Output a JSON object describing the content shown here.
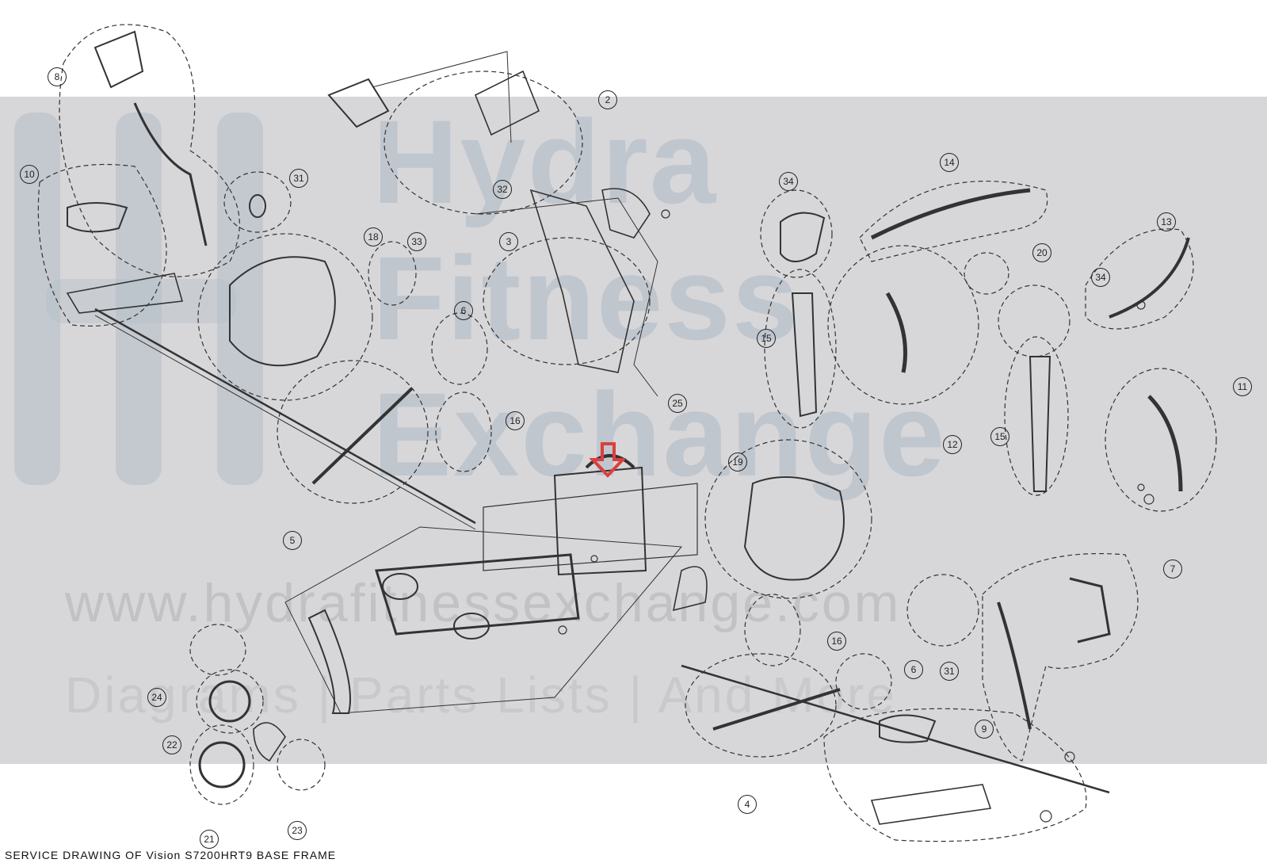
{
  "watermark": {
    "brand_words": [
      "Hydra",
      "Fitness",
      "Exchange"
    ],
    "url": "www.hydrafitnessexchange.com",
    "tagline": "Diagrams | Parts Lists | And More",
    "band_color": "#d7d7d9",
    "logo_color": "#aeb9c6"
  },
  "caption": "SERVICE  DRAWING  OF  Vision  S7200HRT9  BASE  FRAME",
  "highlight_color": "#d94040",
  "callouts": [
    {
      "id": "8",
      "label": "8"
    },
    {
      "id": "2",
      "label": "2"
    },
    {
      "id": "10",
      "label": "10"
    },
    {
      "id": "31a",
      "label": "31"
    },
    {
      "id": "32",
      "label": "32"
    },
    {
      "id": "18",
      "label": "18"
    },
    {
      "id": "33",
      "label": "33"
    },
    {
      "id": "3",
      "label": "3"
    },
    {
      "id": "34a",
      "label": "34"
    },
    {
      "id": "14",
      "label": "14"
    },
    {
      "id": "13",
      "label": "13"
    },
    {
      "id": "20",
      "label": "20"
    },
    {
      "id": "34b",
      "label": "34"
    },
    {
      "id": "6a",
      "label": "6"
    },
    {
      "id": "15a",
      "label": "15"
    },
    {
      "id": "11",
      "label": "11"
    },
    {
      "id": "12",
      "label": "12"
    },
    {
      "id": "15b",
      "label": "15"
    },
    {
      "id": "25",
      "label": "25"
    },
    {
      "id": "16a",
      "label": "16"
    },
    {
      "id": "5",
      "label": "5"
    },
    {
      "id": "19",
      "label": "19"
    },
    {
      "id": "7",
      "label": "7"
    },
    {
      "id": "31b",
      "label": "31"
    },
    {
      "id": "16b",
      "label": "16"
    },
    {
      "id": "6b",
      "label": "6"
    },
    {
      "id": "24",
      "label": "24"
    },
    {
      "id": "22",
      "label": "22"
    },
    {
      "id": "9",
      "label": "9"
    },
    {
      "id": "4",
      "label": "4"
    },
    {
      "id": "21",
      "label": "21"
    },
    {
      "id": "23",
      "label": "23"
    }
  ]
}
